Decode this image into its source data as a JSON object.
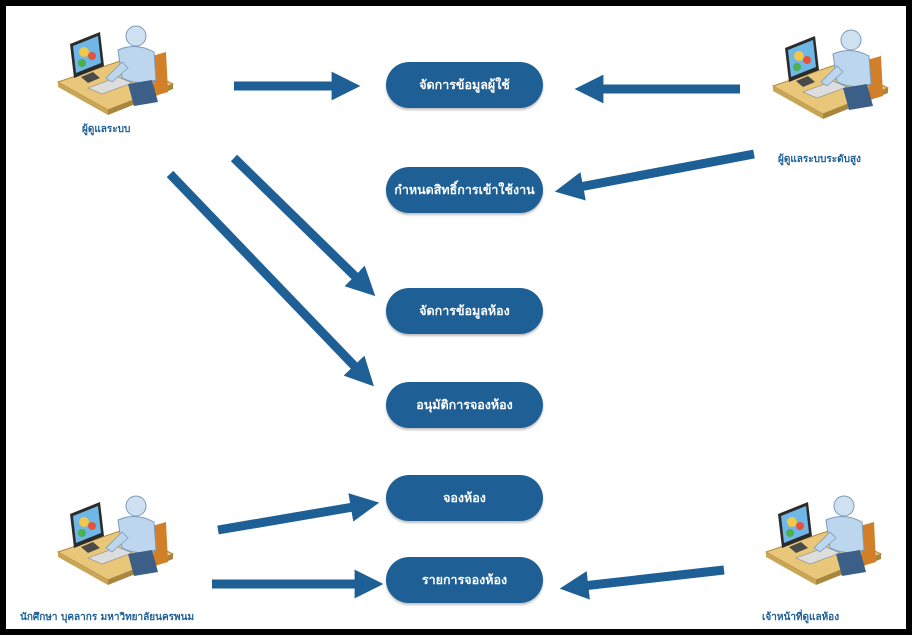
{
  "actors": {
    "admin": {
      "label": "ผู้ดูแลระบบ",
      "icon": "computer-user-icon"
    },
    "super_admin": {
      "label": "ผู้ดูแลระบบระดับสูง",
      "icon": "computer-user-icon"
    },
    "student_staff": {
      "label": "นักศึกษา บุคลากร มหาวิทยาลัยนครพนม",
      "icon": "computer-user-icon"
    },
    "room_officer": {
      "label": "เจ้าหน้าที่ดูแลห้อง",
      "icon": "computer-user-icon"
    }
  },
  "use_cases": {
    "manage_users": "จัดการข้อมูลผู้ใช้",
    "set_permissions": "กำหนดสิทธิ์การเข้าใช้งาน",
    "manage_rooms": "จัดการข้อมูลห้อง",
    "approve_booking": "อนุมัติการจองห้อง",
    "book_room": "จองห้อง",
    "booking_list": "รายการจองห้อง"
  },
  "colors": {
    "accent": "#1e5f96",
    "background": "#ffffff",
    "frame": "#000000"
  }
}
